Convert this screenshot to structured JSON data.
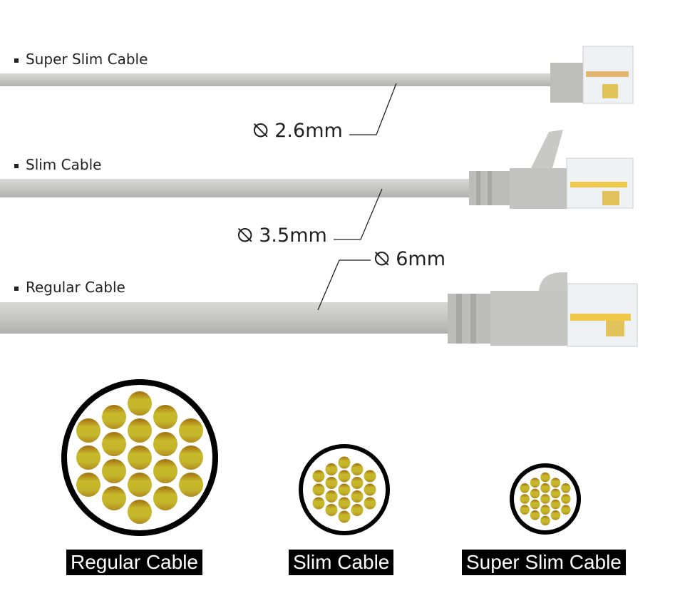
{
  "cables": [
    {
      "name": "Super Slim Cable",
      "diameter": "2.6mm"
    },
    {
      "name": "Slim Cable",
      "diameter": "3.5mm"
    },
    {
      "name": "Regular Cable",
      "diameter": "6mm"
    }
  ],
  "diameter_symbol": "⦰",
  "captions": [
    "Regular Cable",
    "Slim Cable",
    "Super Slim Cable"
  ],
  "colors": {
    "cable": "#c9c9c7",
    "strand": "#c8b82a",
    "strand_dark": "#a06d10",
    "ring": "#000000"
  },
  "strand_count": 19
}
